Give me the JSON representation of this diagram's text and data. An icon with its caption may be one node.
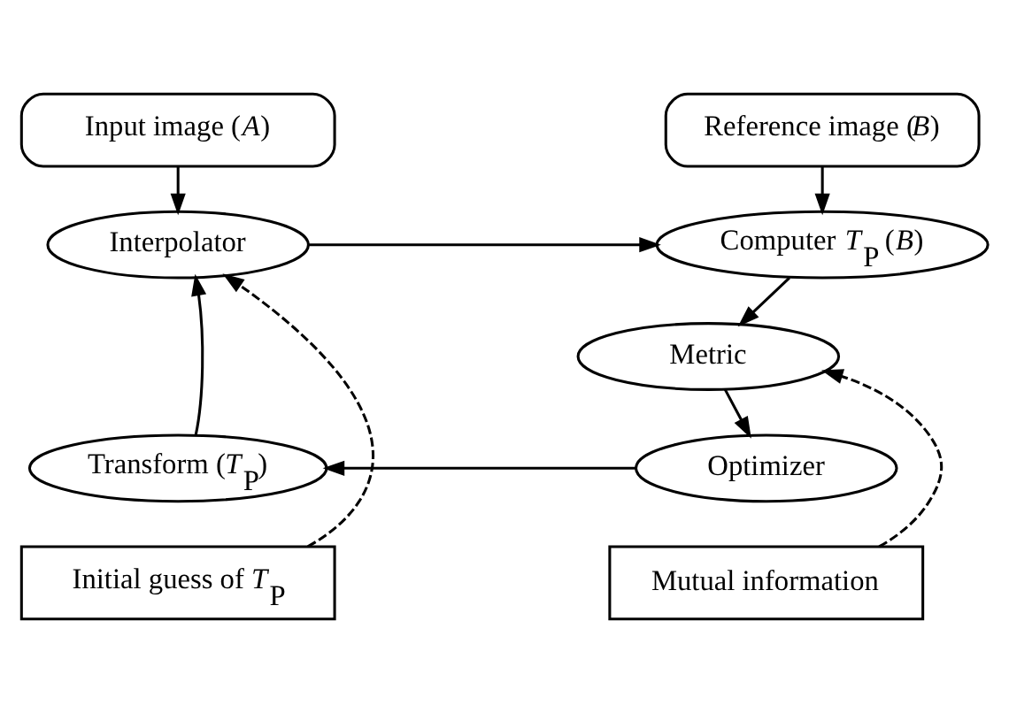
{
  "diagram": {
    "nodes": [
      {
        "text": [
          "Input image (*A*)"
        ]
      },
      {
        "text": [
          "Reference image (*B*)"
        ]
      },
      {
        "text": [
          "Interpolator"
        ]
      },
      {
        "text": [
          "Computer *T*$_{P}$ (*B*)"
        ]
      },
      {
        "text": [
          "Metric"
        ]
      },
      {
        "text": [
          "Transform (*T*$_{P}$)"
        ]
      },
      {
        "text": [
          "Optimizer"
        ]
      },
      {
        "text": [
          "Initial guess of *T*$_{P}$"
        ]
      },
      {
        "text": [
          "Mutual information"
        ]
      }
    ],
    "edges": [
      {
        "from": 0,
        "to": 2,
        "arrow": "to"
      },
      {
        "from": 1,
        "to": 3,
        "arrow": "to"
      },
      {
        "from": 2,
        "to": 3,
        "arrow": "to"
      },
      {
        "from": 3,
        "to": 4,
        "arrow": "to"
      },
      {
        "from": 4,
        "to": 6,
        "arrow": "to"
      },
      {
        "from": 6,
        "to": 5,
        "arrow": "to"
      },
      {
        "from": 5,
        "to": 2,
        "arrow": "to"
      },
      {
        "from": 7,
        "to": 2,
        "arrow": "to",
        "style": "dashed"
      },
      {
        "from": 8,
        "to": 4,
        "arrow": "to",
        "style": "dashed"
      }
    ]
  }
}
